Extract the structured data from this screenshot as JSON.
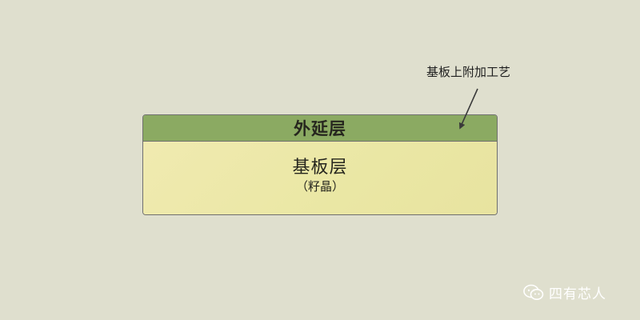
{
  "epitaxial_layer": {
    "label": "外延层",
    "color": "#8baa62"
  },
  "substrate_layer": {
    "label": "基板层",
    "sub_label": "（籽晶）",
    "color": "#ece8a5"
  },
  "callout": {
    "text": "基板上附加工艺"
  },
  "watermark": {
    "text": "四有芯人",
    "icon": "wechat-icon"
  }
}
